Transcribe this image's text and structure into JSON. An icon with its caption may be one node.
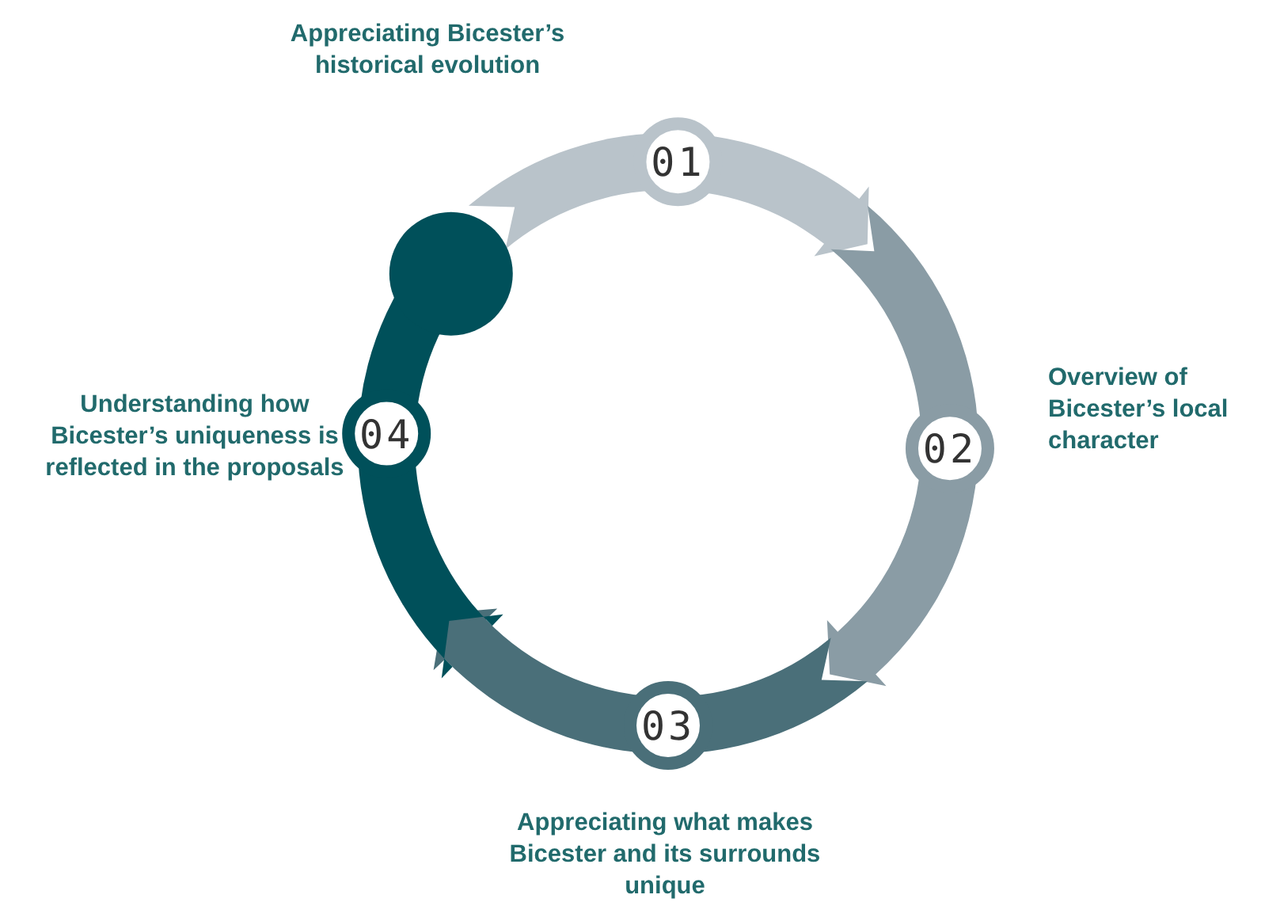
{
  "diagram": {
    "nodes": [
      {
        "text": [
          "01"
        ],
        "beside": [
          "Appreciating Bicester’s historical evolution"
        ]
      },
      {
        "text": [
          "02"
        ],
        "beside": [
          "Overview of Bicester’s local character"
        ]
      },
      {
        "text": [
          "03"
        ],
        "beside": [
          "Appreciating what makes Bicester and its surrounds unique"
        ]
      },
      {
        "text": [
          "04"
        ],
        "beside": [
          "Understanding how Bicester’s uniqueness is reflected in the proposals"
        ]
      }
    ]
  }
}
